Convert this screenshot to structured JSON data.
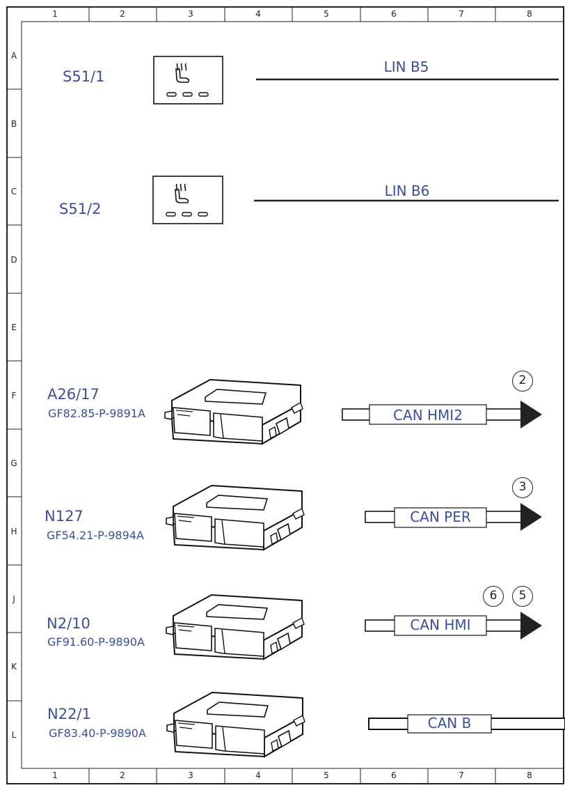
{
  "grid": {
    "columns": [
      "1",
      "2",
      "3",
      "4",
      "5",
      "6",
      "7",
      "8"
    ],
    "rows": [
      "A",
      "B",
      "C",
      "D",
      "E",
      "F",
      "G",
      "H",
      "J",
      "K",
      "L"
    ]
  },
  "switches": [
    {
      "id": "S51/1",
      "icon": "seat-heating-icon",
      "bus": "LIN B5"
    },
    {
      "id": "S51/2",
      "icon": "seat-heating-icon",
      "bus": "LIN B6"
    }
  ],
  "modules": [
    {
      "id": "A26/17",
      "doc": "GF82.85-P-9891A",
      "bus": "CAN HMI2",
      "refs": [
        "2"
      ]
    },
    {
      "id": "N127",
      "doc": "GF54.21-P-9894A",
      "bus": "CAN PER",
      "refs": [
        "3"
      ]
    },
    {
      "id": "N2/10",
      "doc": "GF91.60-P-9890A",
      "bus": "CAN HMI",
      "refs": [
        "6",
        "5"
      ]
    },
    {
      "id": "N22/1",
      "doc": "GF83.40-P-9890A",
      "bus": "CAN B",
      "refs": []
    }
  ]
}
